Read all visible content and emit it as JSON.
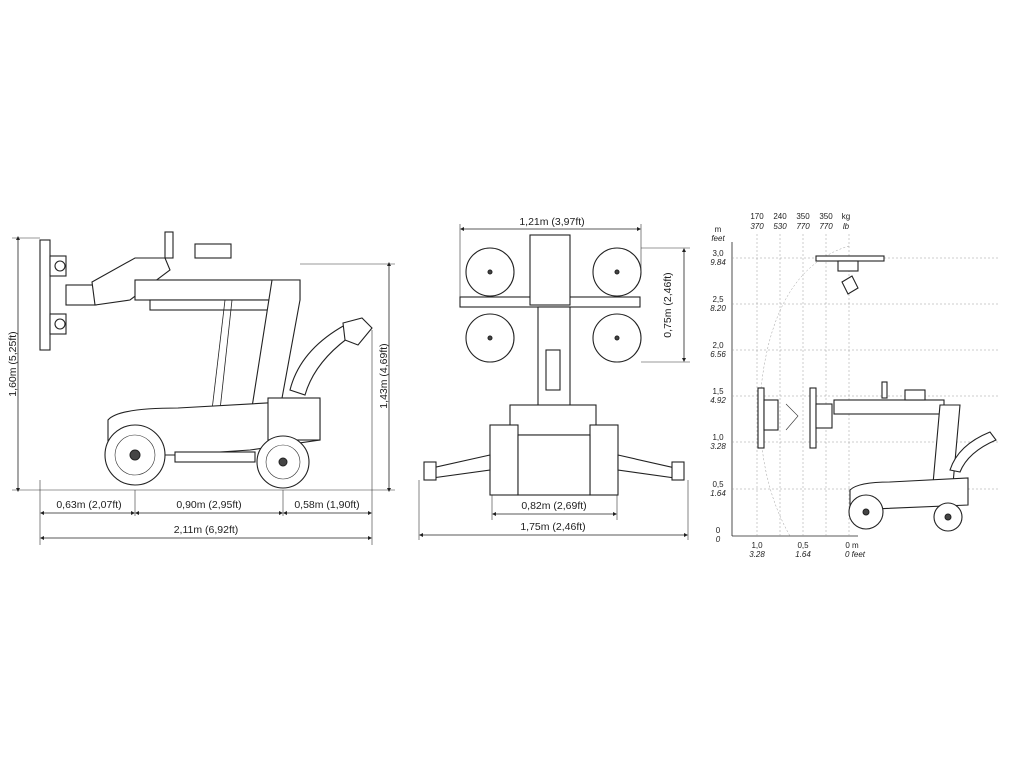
{
  "side_view": {
    "height_total": "1,60m (5,25ft)",
    "height_body": "1,43m (4,69ft)",
    "len_front": "0,63m (2,07ft)",
    "len_wheelbase": "0,90m (2,95ft)",
    "len_rear": "0,58m (1,90ft)",
    "len_total": "2,11m (6,92ft)"
  },
  "front_view": {
    "width_top": "1,21m (3,97ft)",
    "height_cups": "0,75m (2,46ft)",
    "width_wheels": "0,82m (2,69ft)",
    "width_outriggers": "1,75m (2,46ft)"
  },
  "load_chart": {
    "y_units": {
      "metric": "m",
      "imperial": "feet"
    },
    "x_units": {
      "metric": "m",
      "imperial": "feet"
    },
    "load_units": {
      "metric": "kg",
      "imperial": "lb"
    },
    "load_kg": [
      "170",
      "240",
      "350",
      "350"
    ],
    "load_lb": [
      "370",
      "530",
      "770",
      "770"
    ],
    "y_ticks": [
      {
        "m": "3,0",
        "ft": "9.84"
      },
      {
        "m": "2,5",
        "ft": "8.20"
      },
      {
        "m": "2,0",
        "ft": "6.56"
      },
      {
        "m": "1,5",
        "ft": "4.92"
      },
      {
        "m": "1,0",
        "ft": "3.28"
      },
      {
        "m": "0,5",
        "ft": "1.64"
      },
      {
        "m": "0",
        "ft": "0"
      }
    ],
    "x_ticks": [
      {
        "m": "1,0",
        "ft": "3.28"
      },
      {
        "m": "0,5",
        "ft": "1.64"
      },
      {
        "m": "0 m",
        "ft": "0 feet"
      }
    ]
  }
}
